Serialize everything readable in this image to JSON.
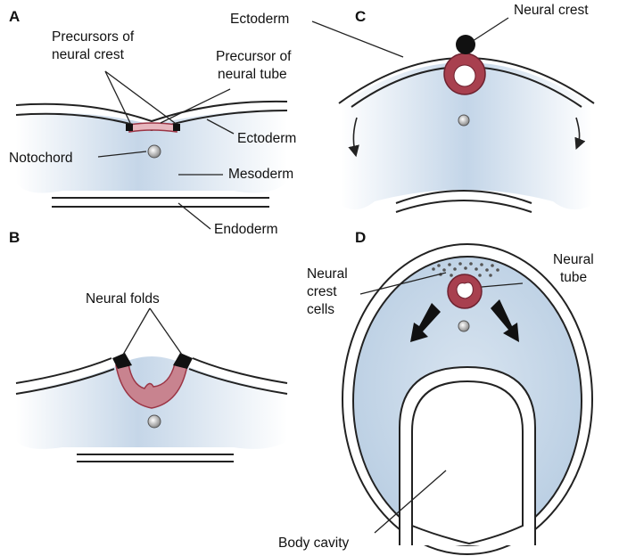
{
  "panels": {
    "A": {
      "letter": "A",
      "labels": {
        "precursors_crest_1": "Precursors of",
        "precursors_crest_2": "neural crest",
        "precursor_tube_1": "Precursor of",
        "precursor_tube_2": "neural tube",
        "ectoderm": "Ectoderm",
        "notochord": "Notochord",
        "mesoderm": "Mesoderm",
        "endoderm": "Endoderm"
      }
    },
    "B": {
      "letter": "B",
      "labels": {
        "neural_folds": "Neural folds"
      }
    },
    "C": {
      "letter": "C",
      "labels": {
        "ectoderm": "Ectoderm",
        "neural_crest": "Neural crest"
      }
    },
    "D": {
      "letter": "D",
      "labels": {
        "crest_cells_1": "Neural",
        "crest_cells_2": "crest",
        "crest_cells_3": "cells",
        "neural_tube_1": "Neural",
        "neural_tube_2": "tube",
        "body_cavity": "Body cavity"
      }
    }
  },
  "colors": {
    "mesoderm_fill": "#c9d9ea",
    "neural_tube": "#9b3545",
    "neural_crest": "#111111",
    "outline": "#222222"
  }
}
